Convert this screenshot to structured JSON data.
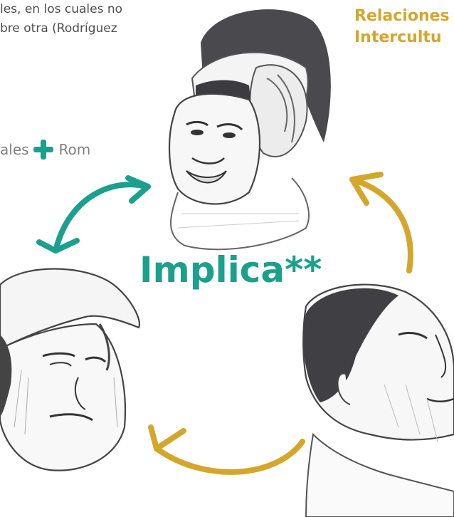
{
  "intro": {
    "line1": "les, en los cuales no",
    "line2": "bre otra (Rodríguez"
  },
  "title": {
    "line1": "Relaciones",
    "line2": "Intercultu"
  },
  "groups": {
    "left_text": "ales",
    "right_text": "Rom"
  },
  "center_label": "Implica**",
  "colors": {
    "teal": "#1aa08c",
    "gold": "#d4a62c",
    "text_gray": "#4d4d4d"
  },
  "icons": [
    "plus-icon",
    "teal-double-arrow-icon",
    "gold-curved-arrow-icon"
  ]
}
